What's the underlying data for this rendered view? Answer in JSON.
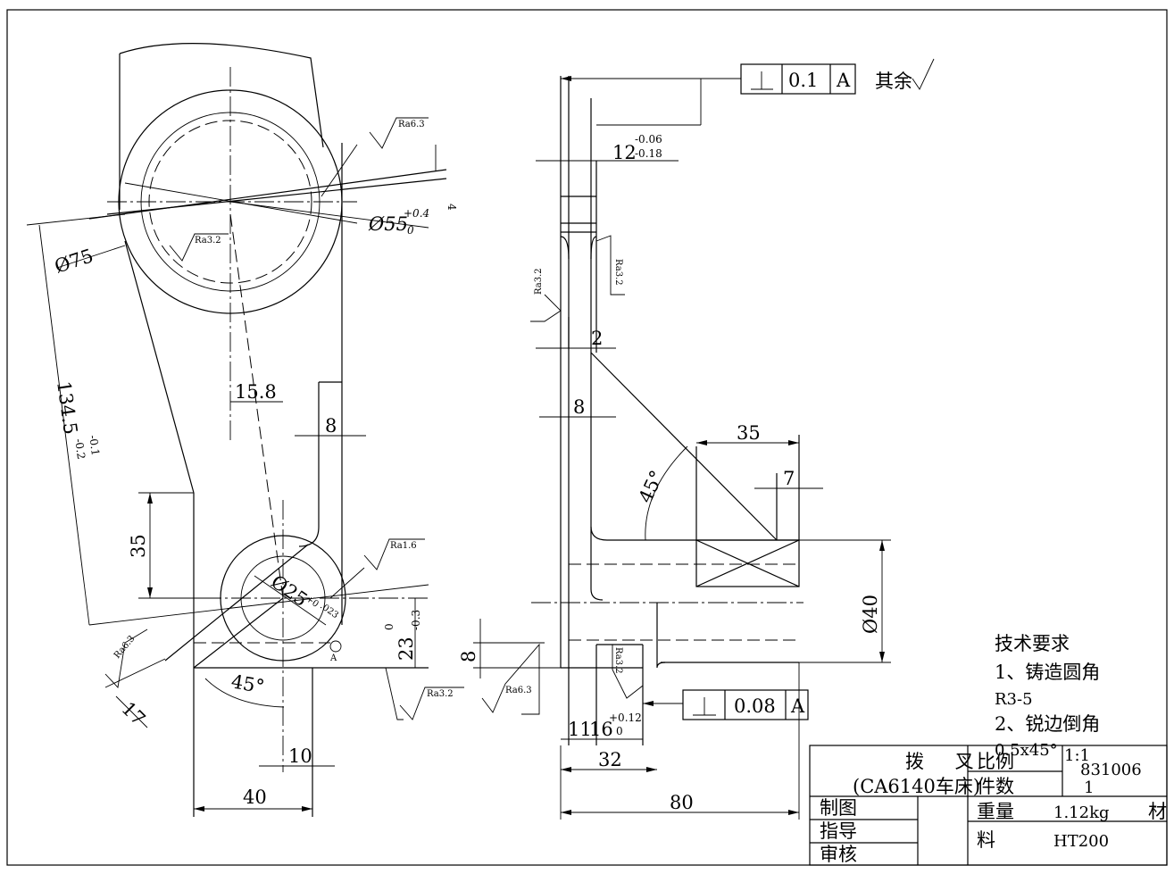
{
  "title_block": {
    "part_name": "拨 叉",
    "machine": "(CA6140车床)",
    "scale_label": "比例",
    "scale_value": "1:1",
    "drawing_no": "831006",
    "qty_label": "件数",
    "qty_value": "1",
    "drawn_by_label": "制图",
    "guide_label": "指导",
    "review_label": "审核",
    "weight_label": "重量",
    "weight_value": "1.12kg",
    "material_label_a": "材",
    "material_label_b": "料",
    "material_value": "HT200"
  },
  "tech_requirements": {
    "heading": "技术要求",
    "line1": "1、铸造圆角",
    "line2": "R3-5",
    "line3": "2、锐边倒角",
    "line4": "0.5x45°"
  },
  "general_finish": {
    "text": "其余"
  },
  "tolerance_frames": {
    "top": {
      "value": "0.1",
      "datum": "A"
    },
    "bottom": {
      "value": "0.08",
      "datum": "A"
    }
  },
  "dimensions": {
    "d75": "Ø75",
    "d55": "Ø55",
    "d55_tol_upper": "+0.4",
    "d55_tol_lower": "0",
    "d25": "Ø25",
    "d25_tol_upper": "+0",
    "d25_tol_lower": ".023",
    "d40": "Ø40",
    "len_134": "134.5",
    "len_134_tol_upper": "-0.1",
    "len_134_tol_lower": "-0.2",
    "w_15_8": "15.8",
    "w_8_slot": "8",
    "h_35": "35",
    "ang_45_left": "45°",
    "w_17": "17",
    "w_10": "10",
    "w_40": "40",
    "h_23": "23",
    "h_23_tol_upper": "0",
    "h_23_tol_lower": "-0.3",
    "gap_4": "4",
    "w_12": "12",
    "w_12_tol_upper": "-0.06",
    "w_12_tol_lower": "-0.18",
    "w_2": "2",
    "w_8_web": "8",
    "w_35": "35",
    "w_7": "7",
    "ang_45_right": "45°",
    "h_8": "8",
    "w_11": "11",
    "w_16": "16",
    "w_16_tol_upper": "+0.12",
    "w_16_tol_lower": "0",
    "w_32": "32",
    "w_80": "80"
  },
  "roughness": {
    "ra63_top": "Ra6.3",
    "ra32_bore": "Ra3.2",
    "ra16_hub": "Ra1.6",
    "ra63_left": "Ra6.3",
    "ra32_base": "Ra3.2",
    "ra32_side_l": "Ra3.2",
    "ra32_side_r": "Ra3.2",
    "ra63_right": "Ra6.3",
    "ra32_slot": "Ra3.2"
  },
  "datum_label": "A"
}
